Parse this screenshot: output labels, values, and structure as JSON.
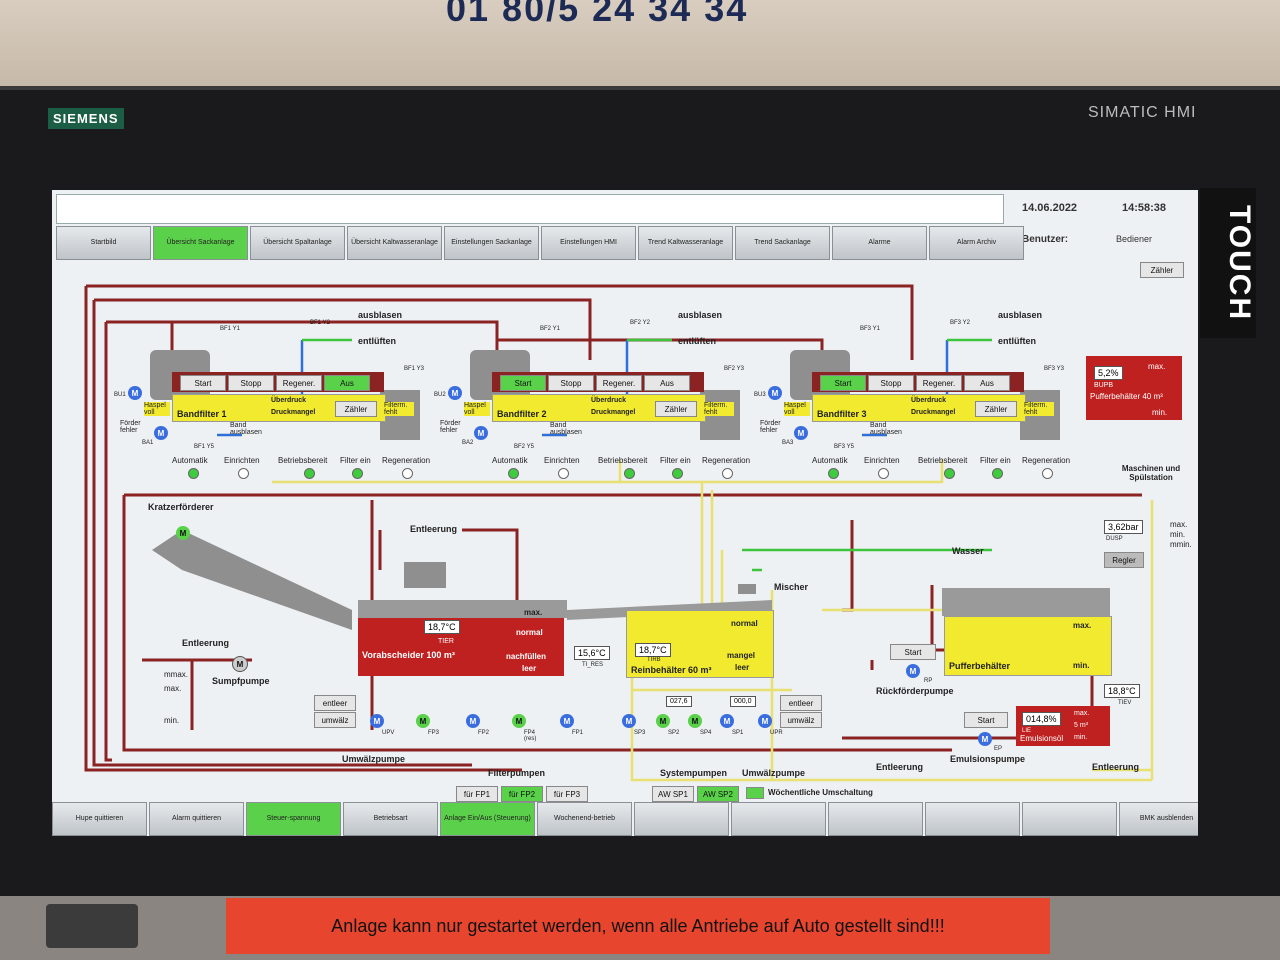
{
  "phone_number": "01 80/5 24 34 34",
  "brand": "SIEMENS",
  "model": "SIMATIC HMI",
  "touch_label": "TOUCH",
  "header": {
    "date": "14.06.2022",
    "time": "14:58:38",
    "user_label": "Benutzer:",
    "user_value": "Bediener"
  },
  "nav": [
    {
      "label": "Startbild",
      "active": false
    },
    {
      "label": "Übersicht Sackanlage",
      "active": true
    },
    {
      "label": "Übersicht Spaltanlage",
      "active": false
    },
    {
      "label": "Übersicht Kaltwasseranlage",
      "active": false
    },
    {
      "label": "Einstellungen Sackanlage",
      "active": false
    },
    {
      "label": "Einstellungen HMI",
      "active": false
    },
    {
      "label": "Trend Kaltwasseranlage",
      "active": false
    },
    {
      "label": "Trend Sackanlage",
      "active": false
    },
    {
      "label": "Alarme",
      "active": false
    },
    {
      "label": "Alarm Archiv",
      "active": false
    }
  ],
  "footer": [
    {
      "label": "Hupe quittieren",
      "active": false
    },
    {
      "label": "Alarm quittieren",
      "active": false
    },
    {
      "label": "Steuer-spannung",
      "active": true
    },
    {
      "label": "Betriebsart",
      "active": false
    },
    {
      "label": "Anlage Ein/Aus (Steuerung)",
      "active": true
    },
    {
      "label": "Wochenend-betrieb",
      "active": false
    },
    {
      "label": "",
      "active": false
    },
    {
      "label": "",
      "active": false
    },
    {
      "label": "",
      "active": false
    },
    {
      "label": "",
      "active": false
    },
    {
      "label": "",
      "active": false
    },
    {
      "label": "BMK ausblenden",
      "active": false
    }
  ],
  "zaehler_top": "Zähler",
  "bandfilters": [
    {
      "name": "Bandfilter 1",
      "start": "Start",
      "stopp": "Stopp",
      "regener": "Regener.",
      "aus": "Aus",
      "start_active": false,
      "aus_active": true,
      "zaehler": "Zähler",
      "ueberdruck": "Überdruck",
      "druckmangel": "Druckmangel",
      "haspel": "Haspel voll",
      "filterm": "Filterm. fehlt",
      "foerder": "Förder fehler",
      "band": "Band ausblasen",
      "bu": "BU1",
      "ba": "BA1",
      "y1": "BF1 Y1",
      "y2": "BF1 Y2",
      "y3": "BF1 Y3",
      "y5": "BF1 Y5",
      "y6": ""
    },
    {
      "name": "Bandfilter 2",
      "start": "Start",
      "stopp": "Stopp",
      "regener": "Regener.",
      "aus": "Aus",
      "start_active": true,
      "aus_active": false,
      "zaehler": "Zähler",
      "ueberdruck": "Überdruck",
      "druckmangel": "Druckmangel",
      "haspel": "Haspel voll",
      "filterm": "Filterm. fehlt",
      "foerder": "Förder fehler",
      "band": "Band ausblasen",
      "bu": "BU2",
      "ba": "BA2",
      "y1": "BF2 Y1",
      "y2": "BF2 Y2",
      "y3": "BF2 Y3",
      "y5": "BF2 Y5",
      "y6": ""
    },
    {
      "name": "Bandfilter 3",
      "start": "Start",
      "stopp": "Stopp",
      "regener": "Regener.",
      "aus": "Aus",
      "start_active": true,
      "aus_active": false,
      "zaehler": "Zähler",
      "ueberdruck": "Überdruck",
      "druckmangel": "Druckmangel",
      "haspel": "Haspel voll",
      "filterm": "Filterm. fehlt",
      "foerder": "Förder fehler",
      "band": "Band ausblasen",
      "bu": "BU3",
      "ba": "BA3",
      "y1": "BF3 Y1",
      "y2": "BF3 Y2",
      "y3": "BF3 Y3",
      "y5": "BF3 Y5",
      "y6": ""
    }
  ],
  "ausblasen": "ausblasen",
  "entlueften": "entlüften",
  "status_labels": {
    "automatik": "Automatik",
    "einrichten": "Einrichten",
    "betriebsbereit": "Betriebsbereit",
    "filter_ein": "Filter ein",
    "regeneration": "Regeneration"
  },
  "pufferbehaelter40": {
    "value": "5,2%",
    "max": "max.",
    "min": "min.",
    "tag": "BUPB",
    "label": "Pufferbehälter 40 m³"
  },
  "maschinen": "Maschinen und Spülstation",
  "pressure": {
    "value": "3,62bar",
    "tag": "DUSP",
    "regler": "Regler",
    "max": "max.",
    "min": "min.",
    "mmin": "mmin."
  },
  "kratzer": "Kratzerförderer",
  "entleerung": "Entleerung",
  "wasser": "Wasser",
  "mischer": "Mischer",
  "vorabscheider": {
    "label": "Vorabscheider 100 m³",
    "temp": "18,7°C",
    "tag": "TIER",
    "max": "max.",
    "normal": "normal",
    "nachfuellen": "nachfüllen",
    "leer": "leer"
  },
  "ti_res": {
    "value": "15,6°C",
    "tag": "TI_RES"
  },
  "reinbehaelter": {
    "label": "Reinbehälter 60 m³",
    "temp": "18,7°C",
    "tag": "TIRB",
    "normal": "normal",
    "mangel": "mangel",
    "leer": "leer"
  },
  "pufferbehaelter": {
    "label": "Pufferbehälter",
    "max": "max.",
    "min": "min.",
    "start": "Start"
  },
  "rueckfoerderpumpe": "Rückförderpumpe",
  "rp_tag": "RP",
  "tiev": {
    "value": "18,8°C",
    "tag": "TIEV"
  },
  "emulsion": {
    "value": "014,8%",
    "max": "max.",
    "unit": "5 m³",
    "label": "Emulsionsöl",
    "min": "min.",
    "tag": "LIE",
    "start": "Start",
    "pumpe": "Emulsionspumpe",
    "ep": "EP"
  },
  "sumpf": {
    "pumpe": "Sumpfpumpe",
    "mmax": "mmax.",
    "max": "max.",
    "min": "min."
  },
  "entleer_btn": "entleer",
  "umwaelz_btn": "umwälz",
  "pumps_left": [
    "UPV",
    "FP3",
    "FP2",
    "FP4 (res)",
    "FP1"
  ],
  "pumps_right": [
    "SP3",
    "SP2",
    "SP4",
    "SP1",
    "UPR"
  ],
  "sp_values": [
    "027,6",
    "000,0"
  ],
  "umwaelzpumpe": "Umwälzpumpe",
  "filterpumpen": "Filterpumpen",
  "systempumpen": "Systempumpen",
  "fp_select": [
    "für FP1",
    "für FP2",
    "für FP3"
  ],
  "aw_select": [
    "AW SP1",
    "AW SP2"
  ],
  "woechentlich": "Wöchentliche Umschaltung",
  "warning": "Anlage kann nur gestartet werden, wenn alle Antriebe auf Auto gestellt sind!!!",
  "colors": {
    "pipe_red": "#8b2323",
    "pipe_yellow": "#e8e070",
    "pipe_blue": "#2e6fd8",
    "pipe_green": "#3cc43c",
    "tank_red": "#bf2020",
    "tank_yellow": "#f1ea2f",
    "active_green": "#59d24a"
  }
}
